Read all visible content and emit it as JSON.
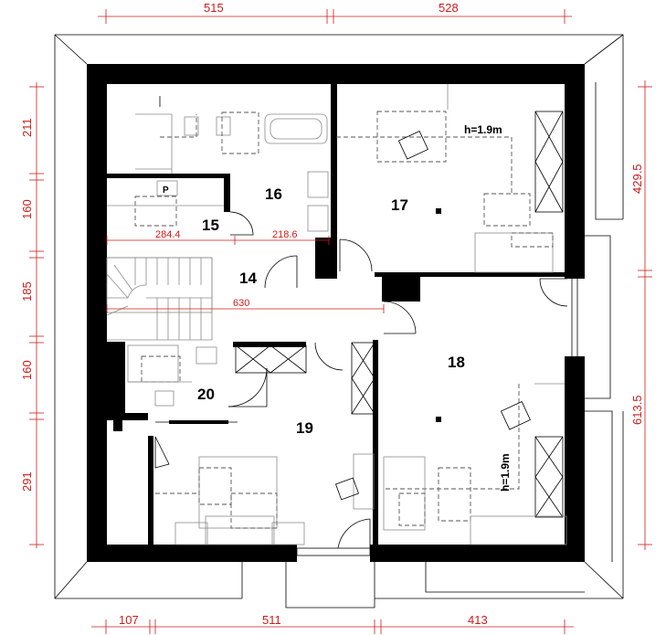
{
  "dimensions": {
    "top": [
      "515",
      "528"
    ],
    "bottom": [
      "107",
      "511",
      "413"
    ],
    "left": [
      "211",
      "160",
      "185",
      "160",
      "291"
    ],
    "right": [
      "429.5",
      "613.5"
    ],
    "inner": [
      "284.4",
      "218.6",
      "630"
    ]
  },
  "rooms": [
    "14",
    "15",
    "16",
    "17",
    "18",
    "19",
    "20"
  ],
  "notes": {
    "room17_height": "h=1.9m",
    "room18_height": "h=1.9m",
    "p_label": "P"
  }
}
